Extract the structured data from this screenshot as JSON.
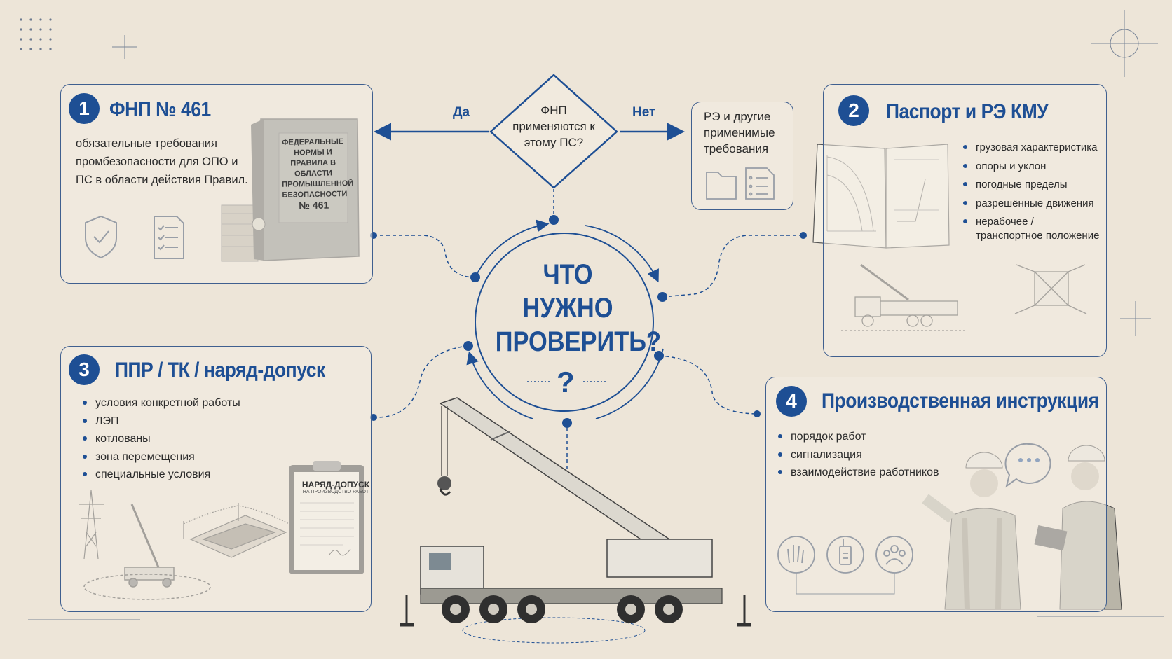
{
  "center": {
    "title_lines": [
      "ЧТО",
      "НУЖНО",
      "ПРОВЕРИТЬ?"
    ],
    "question_mark": "?"
  },
  "decision": {
    "question": "ФНП применяются к этому ПС?",
    "yes_label": "Да",
    "no_label": "Нет",
    "no_result": "РЭ и другие применимые требования"
  },
  "card1": {
    "number": "1",
    "title": "ФНП № 461",
    "description": "обязательные требования промбезопасности для ОПО и ПС в области действия Правил.",
    "book_text": "ФЕДЕРАЛЬНЫЕ НОРМЫ И ПРАВИЛА В ОБЛАСТИ ПРОМЫШЛЕННОЙ БЕЗОПАСНОСТИ",
    "book_number": "№ 461",
    "icons": [
      "shield-check-icon",
      "checklist-icon"
    ]
  },
  "card2": {
    "number": "2",
    "title": "Паспорт и РЭ КМУ",
    "items": [
      "грузовая характеристика",
      "опоры и уклон",
      "погодные пределы",
      "разрешённые движения",
      "нерабочее / транспортное положение"
    ]
  },
  "card3": {
    "number": "3",
    "title": "ППР / ТК / наряд-допуск",
    "items": [
      "условия конкретной работы",
      "ЛЭП",
      "котлованы",
      "зона перемещения",
      "специальные условия"
    ],
    "permit_title": "НАРЯД-ДОПУСК",
    "permit_subtitle": "НА ПРОИЗВОДСТВО РАБОТ"
  },
  "card4": {
    "number": "4",
    "title": "Производственная инструкция",
    "items": [
      "порядок работ",
      "сигнализация",
      "взаимодействие работников"
    ],
    "icons": [
      "hand-signal-icon",
      "radio-icon",
      "workers-icon"
    ]
  },
  "colors": {
    "background": "#ede5d8",
    "accent": "#1e4f94",
    "line": "#3f5f8f"
  }
}
